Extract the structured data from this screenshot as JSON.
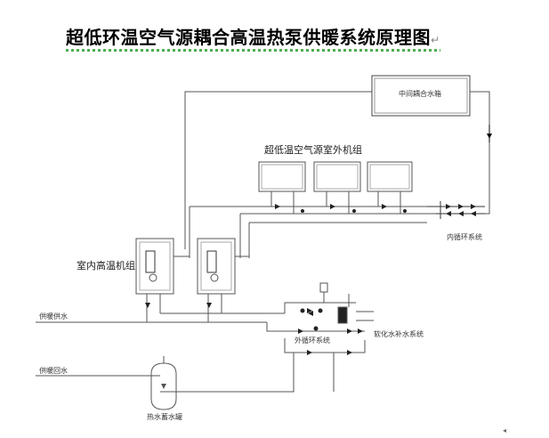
{
  "title": "超低环温空气源耦合高温热泵供暖系统原理图",
  "title_mark": "↵",
  "labels": {
    "buffer_tank": "中间耦合水箱",
    "outdoor_units": "超低温空气源室外机组",
    "inner_loop": "内循环系统",
    "indoor_units": "室内高温机组",
    "supply_water": "供暖供水",
    "outer_loop": "外循环系统",
    "makeup_system": "软化水补水系统",
    "return_water": "供暖回水",
    "storage_tank": "热水蓄水罐",
    "corner_mark": "◂"
  }
}
